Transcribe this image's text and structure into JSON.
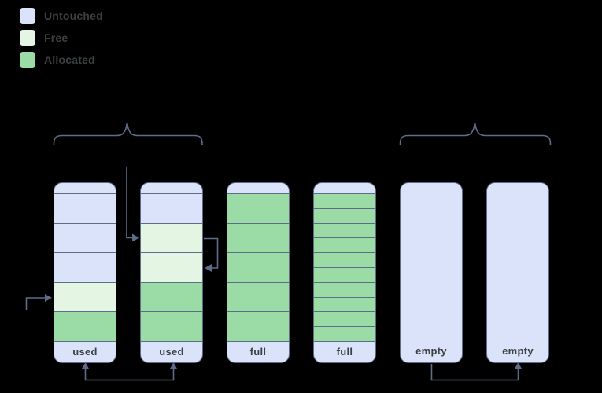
{
  "colors": {
    "background": "#000000",
    "untouched": "#dbe3fb",
    "free": "#e4f5e3",
    "allocated": "#9bdba6",
    "stroke": "#5d6c88",
    "label_text": "#3c4043"
  },
  "legend": {
    "items": [
      {
        "label": "Untouched",
        "type": "untouched"
      },
      {
        "label": "Free",
        "type": "free"
      },
      {
        "label": "Allocated",
        "type": "allocated"
      }
    ]
  },
  "slabs": [
    {
      "label": "used",
      "segments": [
        "untouched",
        "untouched",
        "untouched",
        "free",
        "allocated"
      ]
    },
    {
      "label": "used",
      "segments": [
        "untouched",
        "free",
        "free",
        "allocated",
        "allocated"
      ]
    },
    {
      "label": "full",
      "segments": [
        "allocated",
        "allocated",
        "allocated",
        "allocated",
        "allocated"
      ]
    },
    {
      "label": "full",
      "segments": [
        "allocated",
        "allocated",
        "allocated",
        "allocated",
        "allocated",
        "allocated",
        "allocated",
        "allocated",
        "allocated",
        "allocated"
      ]
    },
    {
      "label": "empty",
      "segments": []
    },
    {
      "label": "empty",
      "segments": []
    }
  ]
}
